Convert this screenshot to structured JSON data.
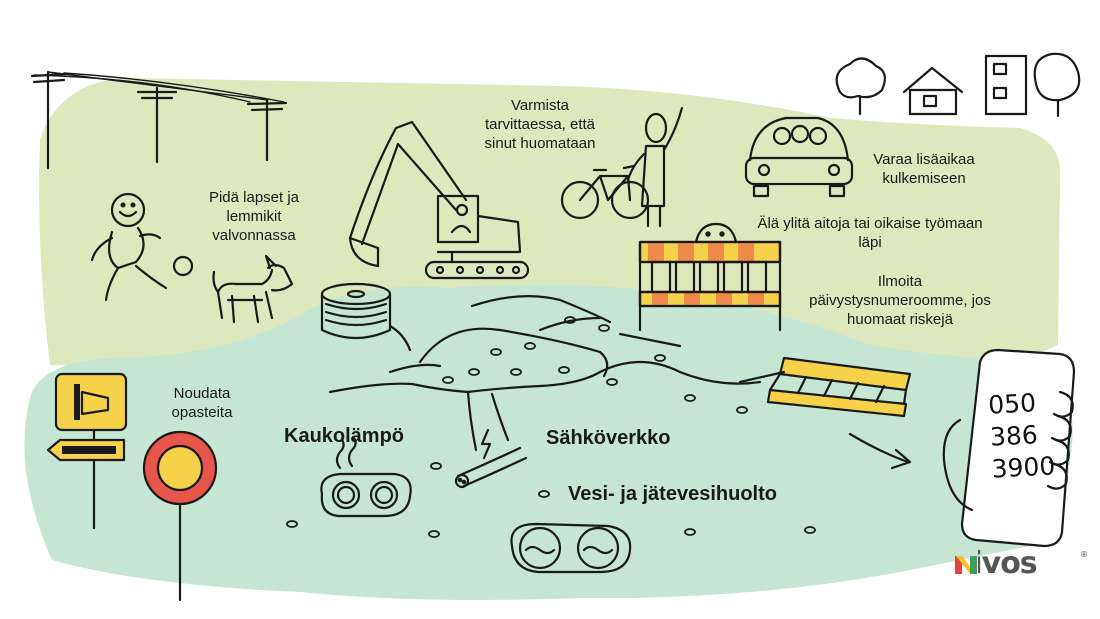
{
  "tips": {
    "kids_pets": "Pidä lapset ja lemmikit valvonnassa",
    "be_seen": "Varmista tarvittaessa, että sinut huomataan",
    "extra_time": "Varaa lisäaikaa kulkemiseen",
    "no_fences": "Älä ylitä aitoja tai oikaise työmaan läpi",
    "report": "Ilmoita päivystysnumeroomme, jos huomaat riskejä",
    "signs": "Noudata opasteita"
  },
  "networks": {
    "district_heating": "Kaukolämpö",
    "power_grid": "Sähköverkko",
    "water": "Vesi- ja jätevesihuolto"
  },
  "phone": {
    "line1": "050",
    "line2": "386",
    "line3": "3900"
  },
  "logo": {
    "text": "nivos",
    "mark": "®"
  },
  "colors": {
    "light_green": "#dde8bd",
    "mint": "#c4e6d2",
    "sign_yellow": "#f6d24a",
    "barrier_orange": "#f08a4b",
    "sign_red": "#e8554a",
    "logo_red": "#e2453b",
    "logo_green": "#3aa05a",
    "logo_yellow": "#f2c230"
  }
}
